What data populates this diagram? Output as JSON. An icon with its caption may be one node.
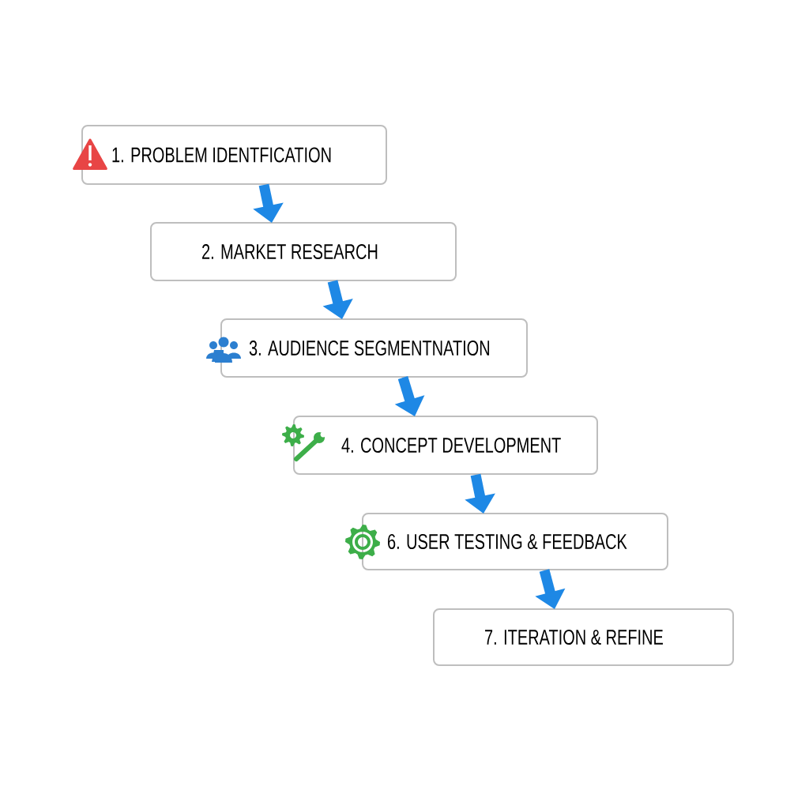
{
  "diagram": {
    "nodes": [
      {
        "text": [
          "1. PROBLEM IDENTFICATION"
        ]
      },
      {
        "text": [
          "2. MARKET RESEARCH"
        ]
      },
      {
        "text": [
          "3. AUDIENCE SEGMENTNATION"
        ]
      },
      {
        "text": [
          "4. CONCEPT DEVELOPMENT"
        ]
      },
      {
        "text": [
          "6. USER TESTING & FEEDBACK"
        ]
      },
      {
        "text": [
          "7. ITERATION & REFINE"
        ]
      }
    ],
    "edges": [
      {
        "from": 0,
        "to": 1,
        "arrow": "to"
      },
      {
        "from": 1,
        "to": 2,
        "arrow": "to"
      },
      {
        "from": 2,
        "to": 3,
        "arrow": "to"
      },
      {
        "from": 3,
        "to": 4,
        "arrow": "to"
      },
      {
        "from": 4,
        "to": 5,
        "arrow": "to"
      }
    ]
  }
}
